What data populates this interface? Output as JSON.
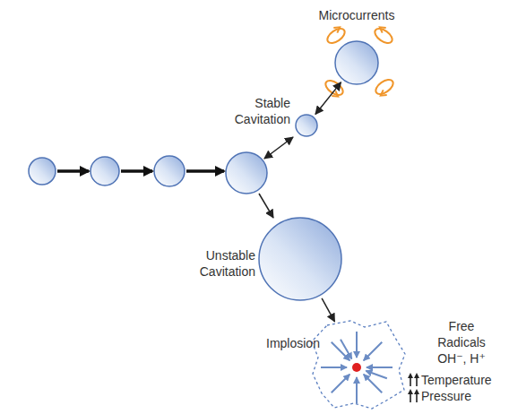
{
  "diagram": {
    "nodes": [
      {
        "text": [
          "Microcurrents"
        ]
      },
      {
        "text": [
          "Stable Cavitation"
        ]
      },
      {
        "text": [
          "Unstable Cavitation"
        ]
      },
      {
        "text": [
          "Implosion"
        ]
      }
    ],
    "edges": [
      {
        "from": 1,
        "to": 0,
        "arrow": "both"
      },
      {
        "from": 2,
        "to": 3,
        "arrow": "to"
      }
    ],
    "labels": [
      "Free Radicals",
      "OH⁻, H⁺",
      "Temperature",
      "Pressure"
    ]
  }
}
